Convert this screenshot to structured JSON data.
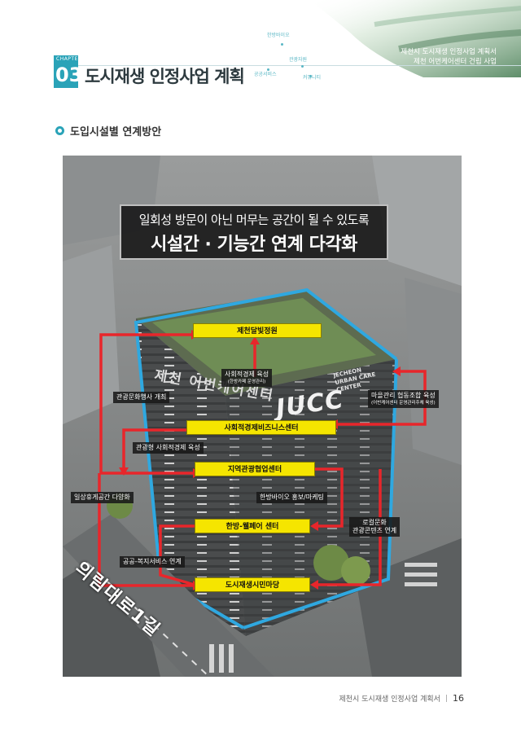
{
  "header": {
    "chapter_label": "CHAPTER",
    "chapter_number": "03",
    "chapter_title": "도시재생 인정사업 계획",
    "subtitle_line1": "제천시 도시재생 인정사업 계획서",
    "subtitle_line2": "제천 어번케어센터 건립 사업",
    "keywords": [
      "한방바이오",
      "관광자원",
      "공공서비스",
      "커뮤니티"
    ]
  },
  "section": {
    "heading": "도입시설별 연계방안"
  },
  "figure": {
    "banner_line1": "일회성 방문이 아닌 머무는 공간이 될 수 있도록",
    "banner_line2": "시설간 · 기능간 연계 다각화",
    "building_name": "제천 어번케어센터",
    "jucc": "JUCC",
    "jucc_full": "JECHEON URBAN CARE CENTER",
    "road": "의림대로1길",
    "facilities": {
      "garden": "제천달빛정원",
      "social_center": "사회적경제비즈니스센터",
      "tourism_center": "지역관광협업센터",
      "wellness_center": "한방-웰페어 센터",
      "plaza": "도시재생시민마당"
    },
    "links": {
      "social_economy": "사회적경제 육성",
      "social_economy_sub": "(한방카페 운영관리)",
      "village_coop": "마을관리 협동조합 육성",
      "village_coop_sub": "(어반케어센터 운영관리주체 육성)",
      "culture_events": "관광문화행사 개최",
      "tourism_social": "관광형 사회적경제 육성",
      "daily_rest": "일상휴게공간 다양화",
      "bio_marketing": "한방바이오 홍보/마케팅",
      "local_culture_1": "로컬문화",
      "local_culture_2": "관광콘텐츠 연계",
      "public_welfare": "공공-복지서비스 연계"
    }
  },
  "footer": {
    "doc_title": "제천시 도시재생 인정사업 계획서",
    "page_number": "16"
  },
  "colors": {
    "accent": "#2aa3b8",
    "arrow_red": "#e8262b",
    "box_yellow": "#f5e500",
    "outline_blue": "#2fa8e0"
  }
}
